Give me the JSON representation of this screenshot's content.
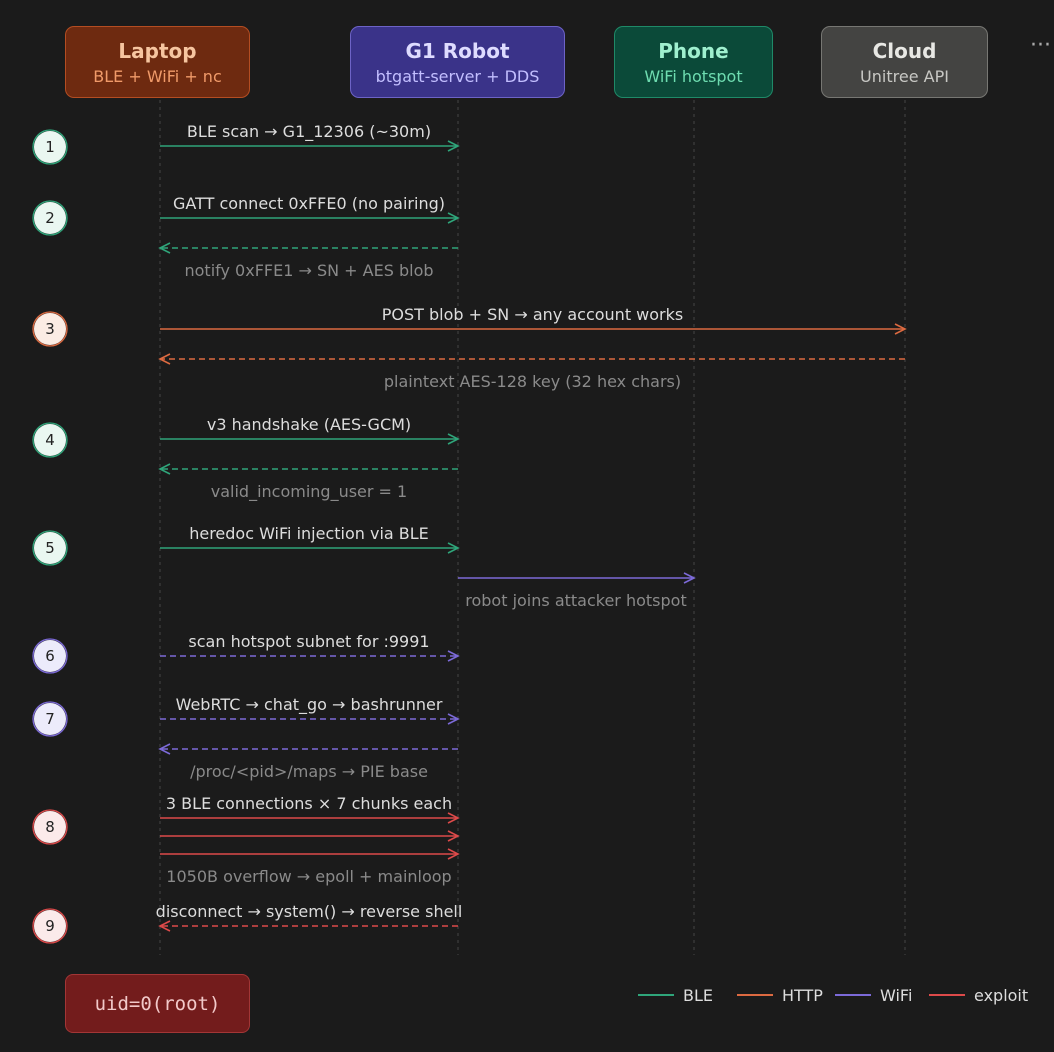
{
  "actors": [
    {
      "name": "Laptop",
      "subtitle": "BLE + WiFi + nc",
      "bg": "#6e2a10",
      "border": "#b44d22",
      "name_color": "#f6c5a0",
      "sub_color": "#f09a69"
    },
    {
      "name": "G1 Robot",
      "subtitle": "btgatt-server + DDS",
      "bg": "#3a3389",
      "border": "#6d63c6",
      "name_color": "#dedcff",
      "sub_color": "#c2beff"
    },
    {
      "name": "Phone",
      "subtitle": "WiFi hotspot",
      "bg": "#0b4a39",
      "border": "#1f8a68",
      "name_color": "#9ff0cf",
      "sub_color": "#6edcb0"
    },
    {
      "name": "Cloud",
      "subtitle": "Unitree API",
      "bg": "#444442",
      "border": "#777773",
      "name_color": "#e8e8e4",
      "sub_color": "#c8c8c4"
    }
  ],
  "more_indicator": "···",
  "colors": {
    "BLE": "#2fa57a",
    "HTTP": "#dc6a41",
    "WiFi": "#7c6ad8",
    "exploit": "#dd4a4a",
    "label": "#dddddd",
    "muted": "#8a8a8a",
    "lifeline": "#444444"
  },
  "steps": [
    {
      "num": "1",
      "type": "BLE"
    },
    {
      "num": "2",
      "type": "BLE"
    },
    {
      "num": "3",
      "type": "HTTP"
    },
    {
      "num": "4",
      "type": "BLE"
    },
    {
      "num": "5",
      "type": "BLE"
    },
    {
      "num": "6",
      "type": "WiFi"
    },
    {
      "num": "7",
      "type": "WiFi"
    },
    {
      "num": "8",
      "type": "exploit"
    },
    {
      "num": "9",
      "type": "exploit"
    }
  ],
  "messages": [
    {
      "from": 0,
      "to": 1,
      "type": "BLE",
      "dashed": false,
      "label": "BLE scan → G1_12306 (~30m)",
      "label_pos": "above",
      "muted": false
    },
    {
      "from": 0,
      "to": 1,
      "type": "BLE",
      "dashed": false,
      "label": "GATT connect 0xFFE0 (no pairing)",
      "label_pos": "above",
      "muted": false
    },
    {
      "from": 1,
      "to": 0,
      "type": "BLE",
      "dashed": true,
      "label": "notify 0xFFE1 → SN + AES blob",
      "label_pos": "below",
      "muted": true
    },
    {
      "from": 0,
      "to": 3,
      "type": "HTTP",
      "dashed": false,
      "label": "POST blob + SN → any account works",
      "label_pos": "above",
      "muted": false
    },
    {
      "from": 3,
      "to": 0,
      "type": "HTTP",
      "dashed": true,
      "label": "plaintext AES-128 key (32 hex chars)",
      "label_pos": "below",
      "muted": true
    },
    {
      "from": 0,
      "to": 1,
      "type": "BLE",
      "dashed": false,
      "label": "v3 handshake (AES-GCM)",
      "label_pos": "above",
      "muted": false
    },
    {
      "from": 1,
      "to": 0,
      "type": "BLE",
      "dashed": true,
      "label": "valid_incoming_user = 1",
      "label_pos": "below",
      "muted": true
    },
    {
      "from": 0,
      "to": 1,
      "type": "BLE",
      "dashed": false,
      "label": "heredoc WiFi injection via BLE",
      "label_pos": "above",
      "muted": false
    },
    {
      "from": 1,
      "to": 2,
      "type": "WiFi",
      "dashed": false,
      "label": "robot joins attacker hotspot",
      "label_pos": "below",
      "muted": true
    },
    {
      "from": 0,
      "to": 1,
      "type": "WiFi",
      "dashed": true,
      "label": "scan hotspot subnet for :9991",
      "label_pos": "above",
      "muted": false
    },
    {
      "from": 0,
      "to": 1,
      "type": "WiFi",
      "dashed": true,
      "label": "WebRTC → chat_go → bashrunner",
      "label_pos": "above",
      "muted": false
    },
    {
      "from": 1,
      "to": 0,
      "type": "WiFi",
      "dashed": true,
      "label": "/proc/<pid>/maps → PIE base",
      "label_pos": "below",
      "muted": true
    },
    {
      "from": 0,
      "to": 1,
      "type": "exploit",
      "dashed": false,
      "label": "3 BLE connections × 7 chunks each",
      "label_pos": "above",
      "muted": false
    },
    {
      "from": 0,
      "to": 1,
      "type": "exploit",
      "dashed": false,
      "label": "",
      "label_pos": "none",
      "muted": false
    },
    {
      "from": 0,
      "to": 1,
      "type": "exploit",
      "dashed": false,
      "label": "1050B overflow → epoll + mainloop",
      "label_pos": "below",
      "muted": true
    },
    {
      "from": 1,
      "to": 0,
      "type": "exploit",
      "dashed": true,
      "label": "disconnect → system() → reverse shell",
      "label_pos": "above",
      "muted": false
    }
  ],
  "result": "uid=0(root)",
  "legend": [
    {
      "label": "BLE",
      "type": "BLE"
    },
    {
      "label": "HTTP",
      "type": "HTTP"
    },
    {
      "label": "WiFi",
      "type": "WiFi"
    },
    {
      "label": "exploit",
      "type": "exploit"
    }
  ]
}
